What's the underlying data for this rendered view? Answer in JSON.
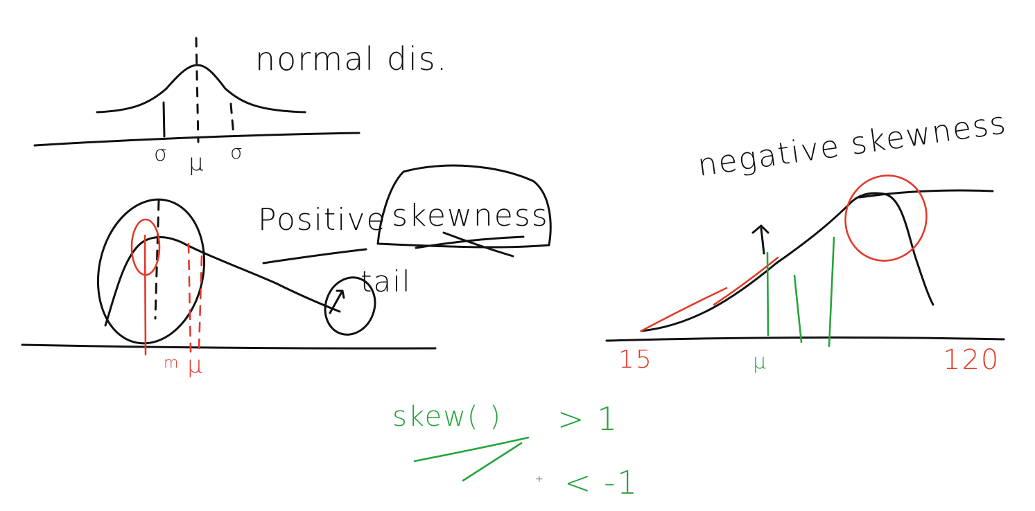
{
  "labels": {
    "normal_title": "normal dis.",
    "normal_axis_left": "σ",
    "normal_axis_mu": "μ",
    "normal_axis_right": "σ",
    "positive_title_word1": "Positive",
    "positive_title_word2": "skewness",
    "tail_label": "tail",
    "positive_axis_mode": "m",
    "positive_axis_mu": "μ",
    "negative_title": "negative skewness",
    "negative_axis_min": "15",
    "negative_axis_mu": "μ",
    "negative_axis_max": "120",
    "formula_func": "skew( )",
    "formula_greater": "> 1",
    "formula_less": "< -1"
  },
  "colors": {
    "ink": "#111111",
    "red": "#e23a2a",
    "green": "#26a43a",
    "background": "#ffffff"
  }
}
